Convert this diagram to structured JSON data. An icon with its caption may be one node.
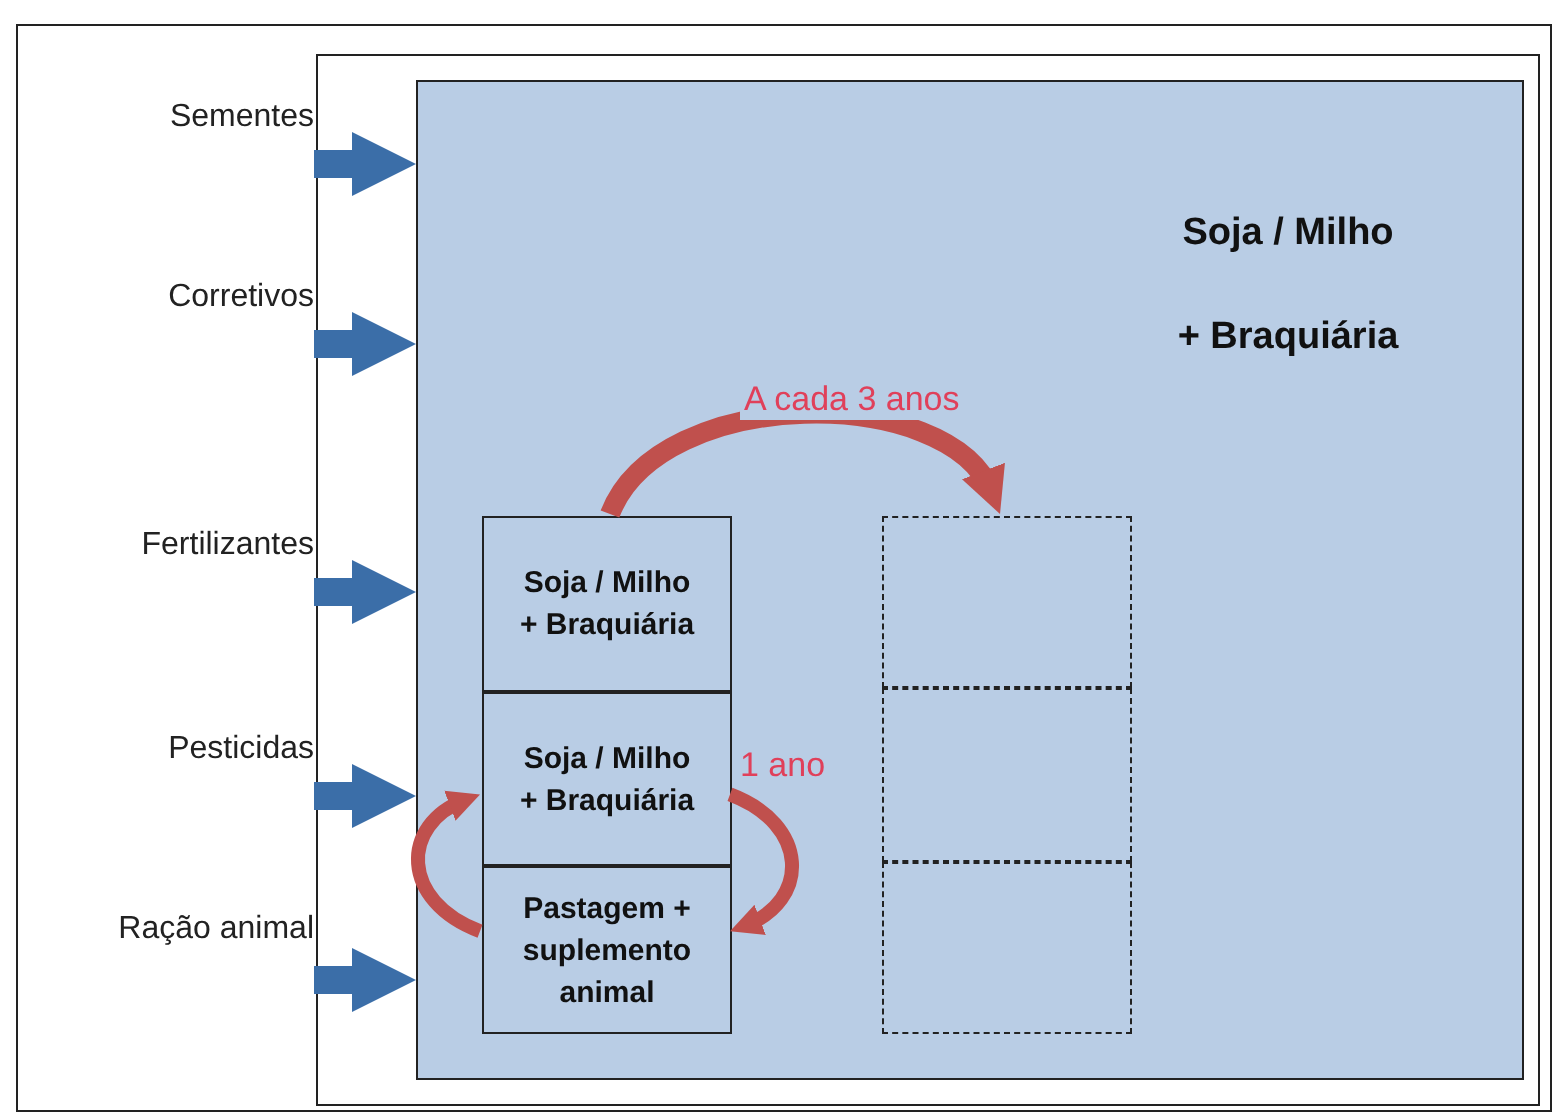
{
  "diagram": {
    "nodes": [
      {
        "text": [
          "Soja / Milho + Braquiária"
        ]
      },
      {
        "text": [
          "Sementes"
        ]
      },
      {
        "text": [
          "Corretivos"
        ]
      },
      {
        "text": [
          "Fertilizantes"
        ]
      },
      {
        "text": [
          "Pesticidas"
        ]
      },
      {
        "text": [
          "Ração animal"
        ]
      },
      {
        "text": [
          "Soja / Milho + Braquiária"
        ],
        "in": 0
      },
      {
        "text": [
          "Soja / Milho + Braquiária"
        ],
        "in": 0
      },
      {
        "text": [
          "Pastagem + suplemento animal"
        ],
        "in": 0
      },
      {
        "text": [],
        "shape": "box",
        "in": 0
      },
      {
        "text": [],
        "shape": "box",
        "in": 0
      },
      {
        "text": [],
        "shape": "box",
        "in": 0
      }
    ],
    "edges": [
      {
        "from": 1,
        "to": 0,
        "arrow": "to"
      },
      {
        "from": 2,
        "to": 0,
        "arrow": "to"
      },
      {
        "from": 3,
        "to": 0,
        "arrow": "to"
      },
      {
        "from": 4,
        "to": 0,
        "arrow": "to"
      },
      {
        "from": 5,
        "to": 0,
        "arrow": "to"
      },
      {
        "from": 6,
        "to": 9,
        "arrow": "to",
        "label": "A cada 3 anos",
        "color": "#c0504d"
      },
      {
        "from": 7,
        "to": 8,
        "arrow": "to",
        "label": "1 ano",
        "color": "#c0504d"
      },
      {
        "from": 8,
        "to": 7,
        "arrow": "to",
        "color": "#c0504d"
      }
    ]
  }
}
